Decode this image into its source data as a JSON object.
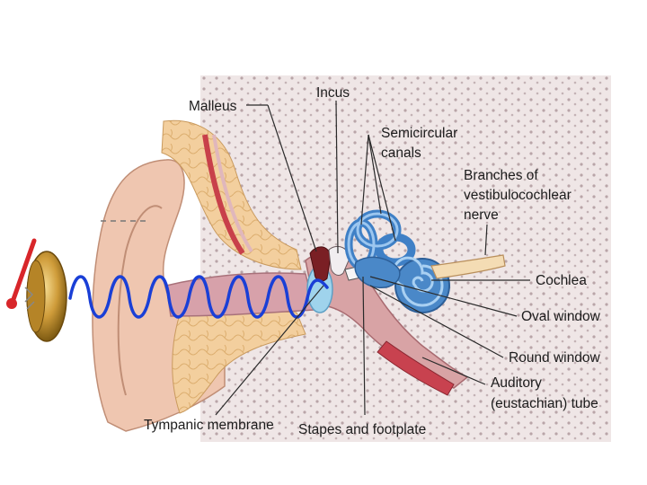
{
  "labels": {
    "malleus": "Malleus",
    "incus": "Incus",
    "semicircular_1": "Semicircular",
    "semicircular_2": "canals",
    "branches_1": "Branches of",
    "branches_2": "vestibulocochlear",
    "branches_3": "nerve",
    "cochlea": "Cochlea",
    "oval_window": "Oval window",
    "round_window": "Round window",
    "auditory_1": "Auditory",
    "auditory_2": "(eustachian) tube",
    "tympanic": "Tympanic membrane",
    "stapes": "Stapes and footplate"
  },
  "colors": {
    "sound_wave": "#1a3fd6",
    "bone_tan": "#f2cf9c",
    "skin": "#efc9b4",
    "canal_pink": "#d9a0a8",
    "inner_ear_blue": "#4a88c8",
    "cymbal_gold": "#c89b36",
    "mallet_red": "#d8262a"
  }
}
